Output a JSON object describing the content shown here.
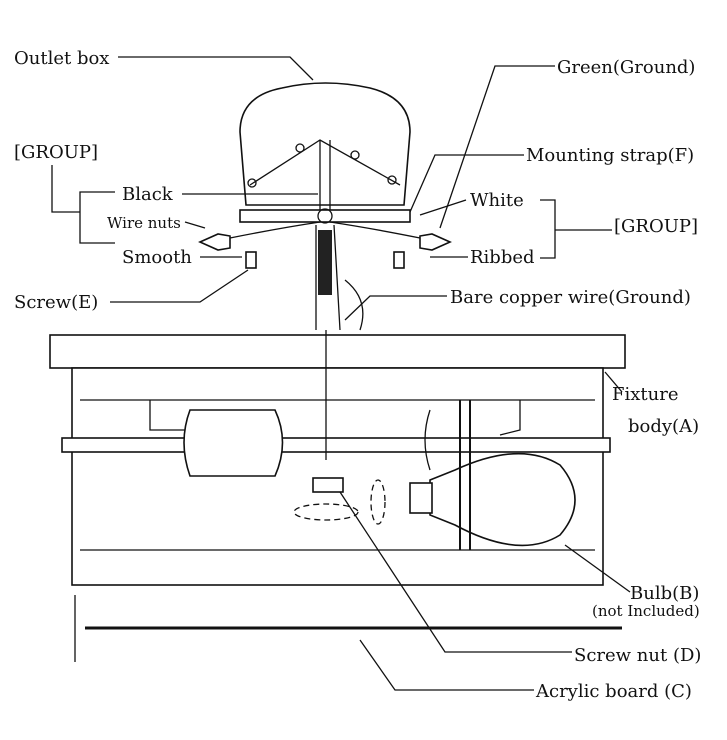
{
  "labels": {
    "outlet_box": "Outlet box",
    "green_ground": "Green(Ground)",
    "group_left": "[GROUP]",
    "group_right": "[GROUP]",
    "mounting_strap": "Mounting strap(F)",
    "black": "Black",
    "white": "White",
    "wire_nuts": "Wire nuts",
    "smooth": "Smooth",
    "ribbed": "Ribbed",
    "screw": "Screw(E)",
    "bare_copper": "Bare copper wire(Ground)",
    "fixture_1": "Fixture",
    "fixture_2": "body(A)",
    "bulb": "Bulb(B)",
    "bulb_note": "(not Included)",
    "screw_nut": "Screw nut (D)",
    "acrylic": "Acrylic board (C)"
  }
}
